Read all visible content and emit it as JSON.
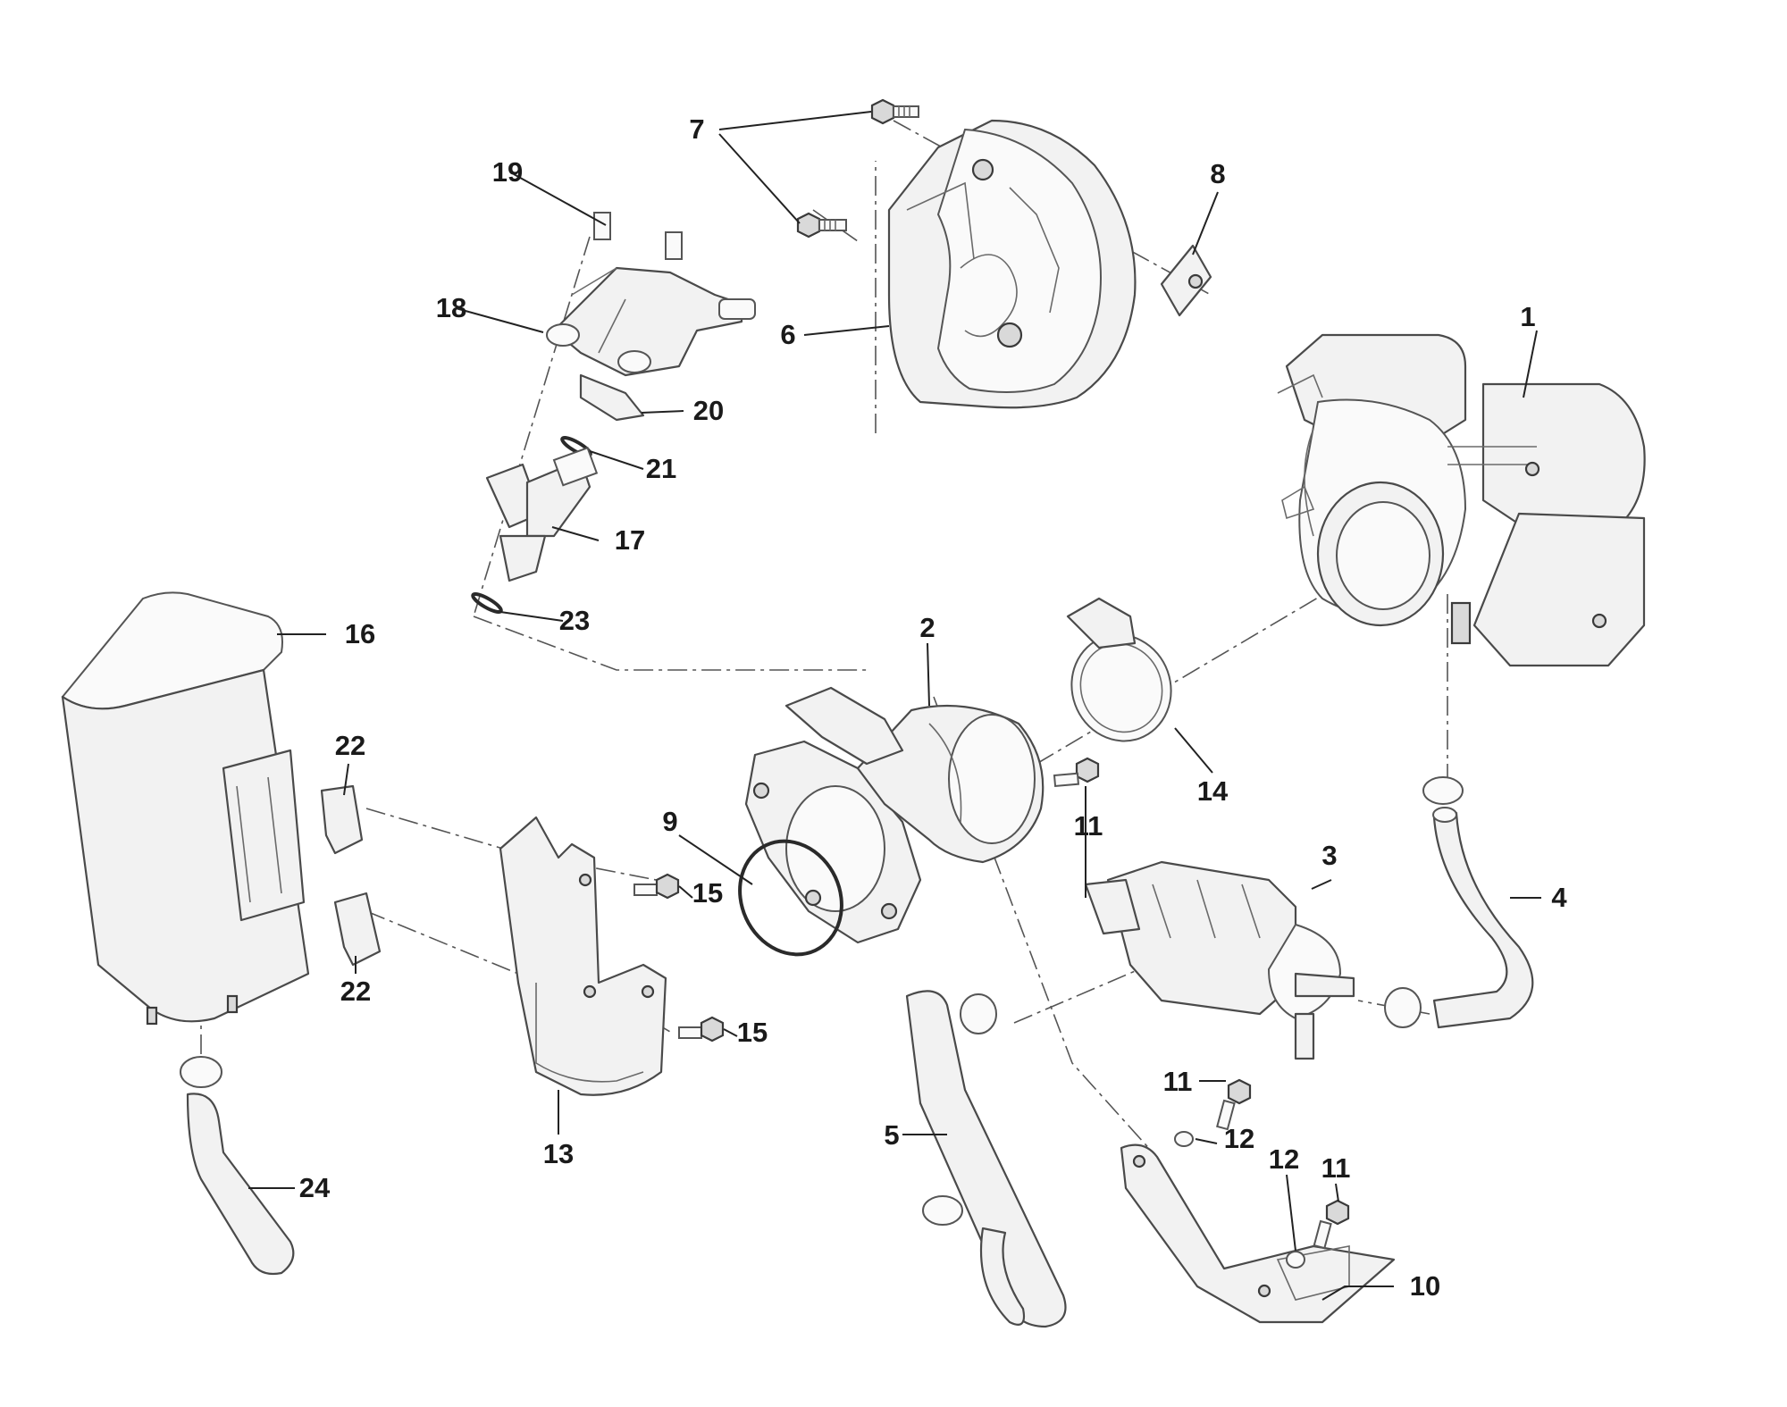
{
  "callouts": [
    {
      "id": "1",
      "label": "1",
      "part": "throttle-body"
    },
    {
      "id": "2",
      "label": "2",
      "part": "intake-manifold"
    },
    {
      "id": "3",
      "label": "3",
      "part": "purge-valve"
    },
    {
      "id": "4",
      "label": "4",
      "part": "hose"
    },
    {
      "id": "5",
      "label": "5",
      "part": "hose"
    },
    {
      "id": "6",
      "label": "6",
      "part": "cover"
    },
    {
      "id": "7",
      "label": "7",
      "part": "screw"
    },
    {
      "id": "8",
      "label": "8",
      "part": "clip-nut"
    },
    {
      "id": "9",
      "label": "9",
      "part": "o-ring"
    },
    {
      "id": "10",
      "label": "10",
      "part": "bracket"
    },
    {
      "id": "11a",
      "label": "11",
      "part": "screw"
    },
    {
      "id": "11b",
      "label": "11",
      "part": "screw"
    },
    {
      "id": "11c",
      "label": "11",
      "part": "screw"
    },
    {
      "id": "12a",
      "label": "12",
      "part": "washer"
    },
    {
      "id": "12b",
      "label": "12",
      "part": "washer"
    },
    {
      "id": "13",
      "label": "13",
      "part": "bracket"
    },
    {
      "id": "14",
      "label": "14",
      "part": "hose-clamp"
    },
    {
      "id": "15a",
      "label": "15",
      "part": "screw"
    },
    {
      "id": "15b",
      "label": "15",
      "part": "screw"
    },
    {
      "id": "16",
      "label": "16",
      "part": "canister"
    },
    {
      "id": "17",
      "label": "17",
      "part": "injector"
    },
    {
      "id": "18",
      "label": "18",
      "part": "fuel-rail"
    },
    {
      "id": "19",
      "label": "19",
      "part": "screw"
    },
    {
      "id": "20",
      "label": "20",
      "part": "clip"
    },
    {
      "id": "21",
      "label": "21",
      "part": "o-ring"
    },
    {
      "id": "22a",
      "label": "22",
      "part": "clip"
    },
    {
      "id": "22b",
      "label": "22",
      "part": "clip"
    },
    {
      "id": "23",
      "label": "23",
      "part": "o-ring"
    },
    {
      "id": "24",
      "label": "24",
      "part": "hose"
    }
  ]
}
